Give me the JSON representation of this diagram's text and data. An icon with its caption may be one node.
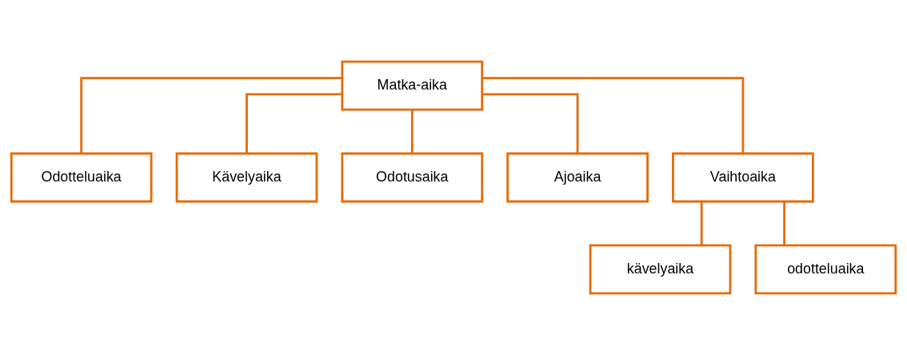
{
  "diagram": {
    "nodes": [
      {
        "text": [
          "Matka-aika"
        ]
      },
      {
        "text": [
          "Odotteluaika"
        ]
      },
      {
        "text": [
          "Kävelyaika"
        ]
      },
      {
        "text": [
          "Odotusaika"
        ]
      },
      {
        "text": [
          "Ajoaika"
        ]
      },
      {
        "text": [
          "Vaihtoaika"
        ]
      },
      {
        "text": [
          "kävelyaika"
        ]
      },
      {
        "text": [
          "odotteluaika"
        ]
      }
    ],
    "edges": [
      {
        "from": 0,
        "to": 1,
        "arrow": "none"
      },
      {
        "from": 0,
        "to": 2,
        "arrow": "none"
      },
      {
        "from": 0,
        "to": 3,
        "arrow": "none"
      },
      {
        "from": 0,
        "to": 4,
        "arrow": "none"
      },
      {
        "from": 0,
        "to": 5,
        "arrow": "none"
      },
      {
        "from": 5,
        "to": 6,
        "arrow": "none"
      },
      {
        "from": 5,
        "to": 7,
        "arrow": "none"
      }
    ]
  }
}
